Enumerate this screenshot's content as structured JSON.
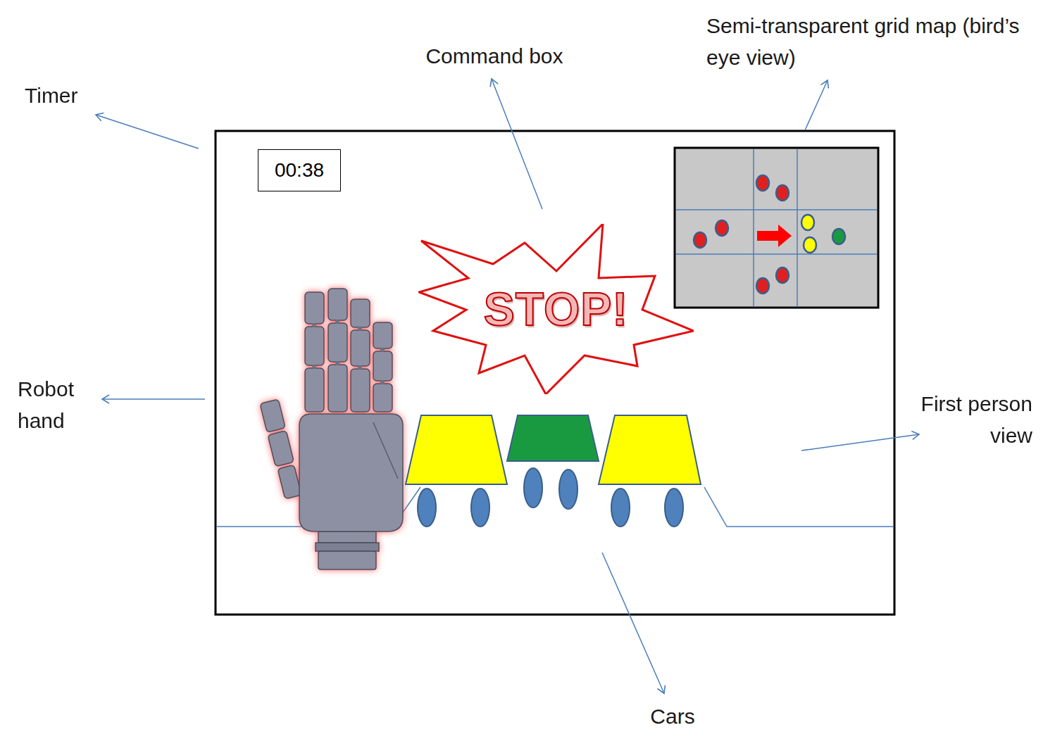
{
  "diagram": {
    "nodes": [
      {
        "text": [
          "00:38"
        ]
      },
      {
        "text": [
          "STOP!"
        ]
      }
    ],
    "labels": [
      "Timer",
      "Command box",
      "Semi-transparent grid map (bird’s eye view)",
      "Robot hand",
      "First person view",
      "Cars"
    ]
  }
}
